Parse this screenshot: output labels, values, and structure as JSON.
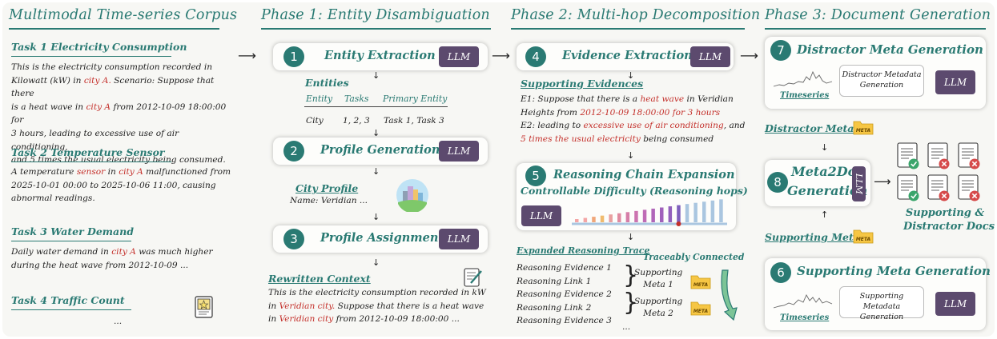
{
  "corpus": {
    "title": "Multimodal Time-series Corpus",
    "tasks": [
      {
        "title": "Task 1    Electricity Consumption"
      },
      {
        "title": "Task 2    Temperature Sensor"
      },
      {
        "title": "Task 3    Water Demand"
      },
      {
        "title": "Task 4    Traffic Count"
      }
    ],
    "task1": {
      "l1": "This is the electricity consumption recorded in",
      "l2a": "Kilowatt (kW) in ",
      "l2b": "city A.",
      "l2c": " Scenario: Suppose that there",
      "l3a": "is a heat wave in ",
      "l3b": "city A",
      "l3c": " from 2012-10-09 18:00:00 for",
      "l4": "3 hours, leading to excessive use of air conditioning,",
      "l5": "and 5 times the usual electricity being consumed."
    },
    "task2": {
      "l1a": "A temperature ",
      "l1b": "sensor",
      "l1c": " in ",
      "l1d": "city A",
      "l1e": " malfunctioned from",
      "l2": "2025-10-01 00:00 to 2025-10-06 11:00, causing",
      "l3": "abnormal readings."
    },
    "task3": {
      "l1a": "Daily water demand in ",
      "l1b": "city A",
      "l1c": " was much higher",
      "l2": "during the heat wave from 2012-10-09 ..."
    },
    "ellipsis": "..."
  },
  "phase1": {
    "title": "Phase 1: Entity Disambiguation",
    "step1": {
      "num": "1",
      "label": "Entity Extraction",
      "llm": "LLM"
    },
    "entities": {
      "heading": "Entities",
      "headers": [
        "Entity",
        "Tasks",
        "Primary Entity"
      ],
      "row": [
        "City",
        "1, 2, 3",
        "Task 1, Task 3"
      ]
    },
    "step2": {
      "num": "2",
      "label": "Profile Generation",
      "llm": "LLM"
    },
    "city_profile": {
      "heading": "City Profile",
      "name": "Name: Veridian ..."
    },
    "step3": {
      "num": "3",
      "label": "Profile Assignment",
      "llm": "LLM"
    },
    "rewritten": {
      "heading": "Rewritten Context",
      "l1": "This is the electricity consumption recorded in kW",
      "l2a": "in ",
      "l2b": "Veridian city.",
      "l2c": " Suppose that there is a heat wave",
      "l3a": "in ",
      "l3b": "Veridian city",
      "l3c": " from 2012-10-09 18:00:00 ..."
    }
  },
  "phase2": {
    "title": "Phase 2: Multi-hop Decomposition",
    "step4": {
      "num": "4",
      "label": "Evidence Extraction",
      "llm": "LLM"
    },
    "supporting": {
      "heading": "Supporting Evidences",
      "e1a": "E1: Suppose that there is a ",
      "e1b": "heat wave",
      "e1c": " in Veridian",
      "e2a": "Heights from ",
      "e2b": "2012-10-09 18:00:00 for 3 hours",
      "e3a": "E2: leading to ",
      "e3b": "excessive use of air conditioning",
      "e3c": ", and",
      "e4a": "5 times the usual electricity",
      "e4b": " being consumed"
    },
    "step5": {
      "num": "5",
      "label": "Reasoning Chain Expansion",
      "sub": "Controllable Difficulty (Reasoning hops)",
      "llm": "LLM",
      "hops": 18,
      "selected_hop": 13
    },
    "trace": {
      "heading": "Expanded Reasoning Trace",
      "items": [
        "Reasoning Evidence 1",
        "Reasoning Link 1",
        "Reasoning Evidence 2",
        "Reasoning Link 2",
        "Reasoning Evidence 3"
      ],
      "connected": "Traceably Connected",
      "meta1": [
        "Supporting",
        "Meta 1"
      ],
      "meta2": [
        "Supporting",
        "Meta 2"
      ],
      "meta_badge": "META",
      "ellipsis": "..."
    }
  },
  "phase3": {
    "title": "Phase 3: Document Generation",
    "step7": {
      "num": "7",
      "label": "Distractor Meta Generation",
      "box": [
        "Distractor Metadata",
        "Generation"
      ],
      "ts": "Timeseries",
      "llm": "LLM"
    },
    "distractor_meta": "Distractor Meta",
    "step8": {
      "num": "8",
      "label1": "Meta2Doc",
      "label2": "Generation",
      "llm": "LLM"
    },
    "docs_label": [
      "Supporting &",
      "Distractor Docs"
    ],
    "supporting_meta": "Supporting Meta",
    "step6": {
      "num": "6",
      "label": "Supporting Meta Generation",
      "box": [
        "Supporting Metadata",
        "Generation"
      ],
      "ts": "Timeseries",
      "llm": "LLM"
    },
    "meta_badge": "META"
  },
  "colors": {
    "teal": "#2a7a73",
    "red": "#c4302b",
    "llm": "#5c4a6e",
    "background": "#f7f7f4"
  }
}
